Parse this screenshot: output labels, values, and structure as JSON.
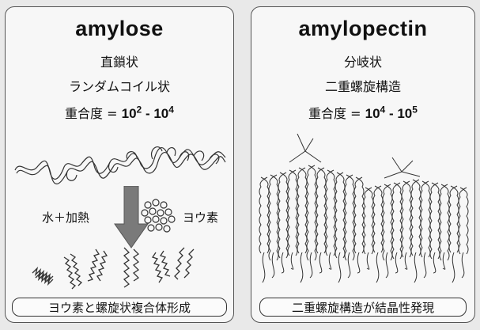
{
  "amylose": {
    "title": "amylose",
    "line1": "直鎖状",
    "line2": "ランダムコイル状",
    "dp_label": "重合度 =",
    "dp_base_low": "10",
    "dp_exp_low": "2",
    "dp_sep": " - ",
    "dp_base_high": "10",
    "dp_exp_high": "4",
    "reagent_left": "水＋加熱",
    "reagent_right": "ヨウ素",
    "caption": "ヨウ素と螺旋状複合体形成"
  },
  "amylopectin": {
    "title": "amylopectin",
    "line1": "分岐状",
    "line2": "二重螺旋構造",
    "dp_label": "重合度 =",
    "dp_base_low": "10",
    "dp_exp_low": "4",
    "dp_sep": " - ",
    "dp_base_high": "10",
    "dp_exp_high": "5",
    "caption": "二重螺旋構造が結晶性発現"
  },
  "colors": {
    "background": "#e9e9e9",
    "panel": "#f7f7f7",
    "arrow": "#7a7a7a",
    "ink": "#222222"
  }
}
